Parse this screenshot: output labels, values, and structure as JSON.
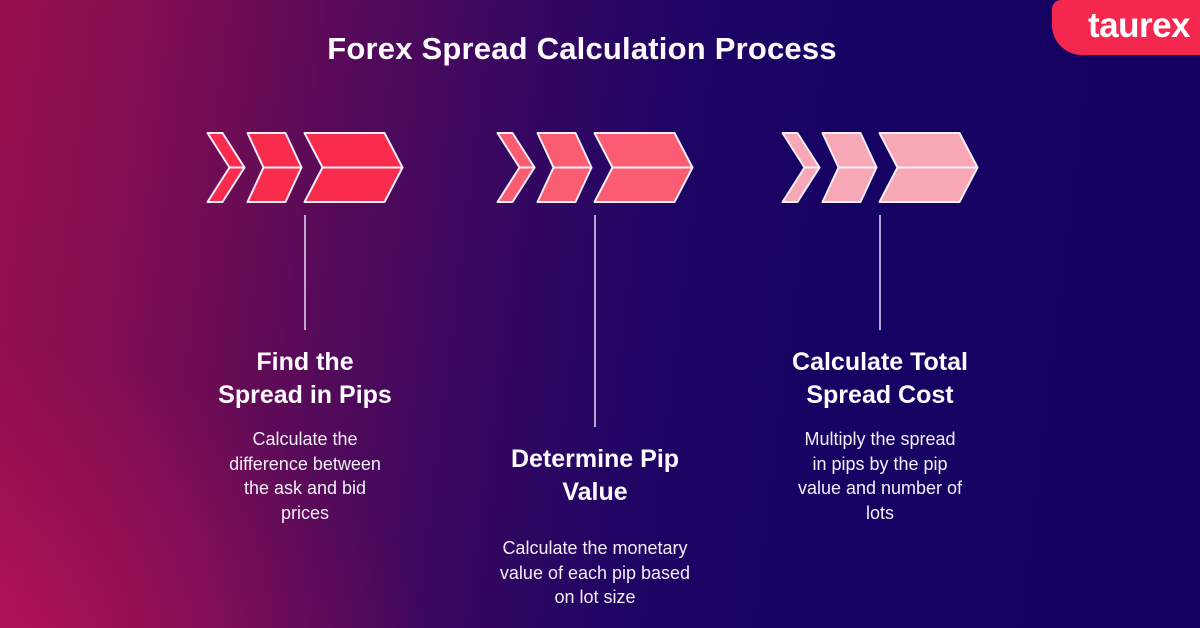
{
  "title": "Forex Spread Calculation Process",
  "logo": {
    "text": "taurex",
    "background_color": "#f4274e"
  },
  "colors": {
    "background_left": "#98104f",
    "background_right": "#130161",
    "chevron_outline": "#f6eef9",
    "connector_line": "#c9b8dc",
    "text": "#ffffff"
  },
  "steps": [
    {
      "heading": "Find the\nSpread in Pips",
      "description": "Calculate the\ndifference between\nthe ask and bid\nprices",
      "chevron_color": "#f92c4d"
    },
    {
      "heading": "Determine Pip\nValue",
      "description": "Calculate the monetary\nvalue of each pip based\non lot size",
      "chevron_color": "#fa5c72"
    },
    {
      "heading": "Calculate Total\nSpread Cost",
      "description": "Multiply the spread\nin pips by the pip\nvalue and number of\nlots",
      "chevron_color": "#f7a7b6"
    }
  ]
}
